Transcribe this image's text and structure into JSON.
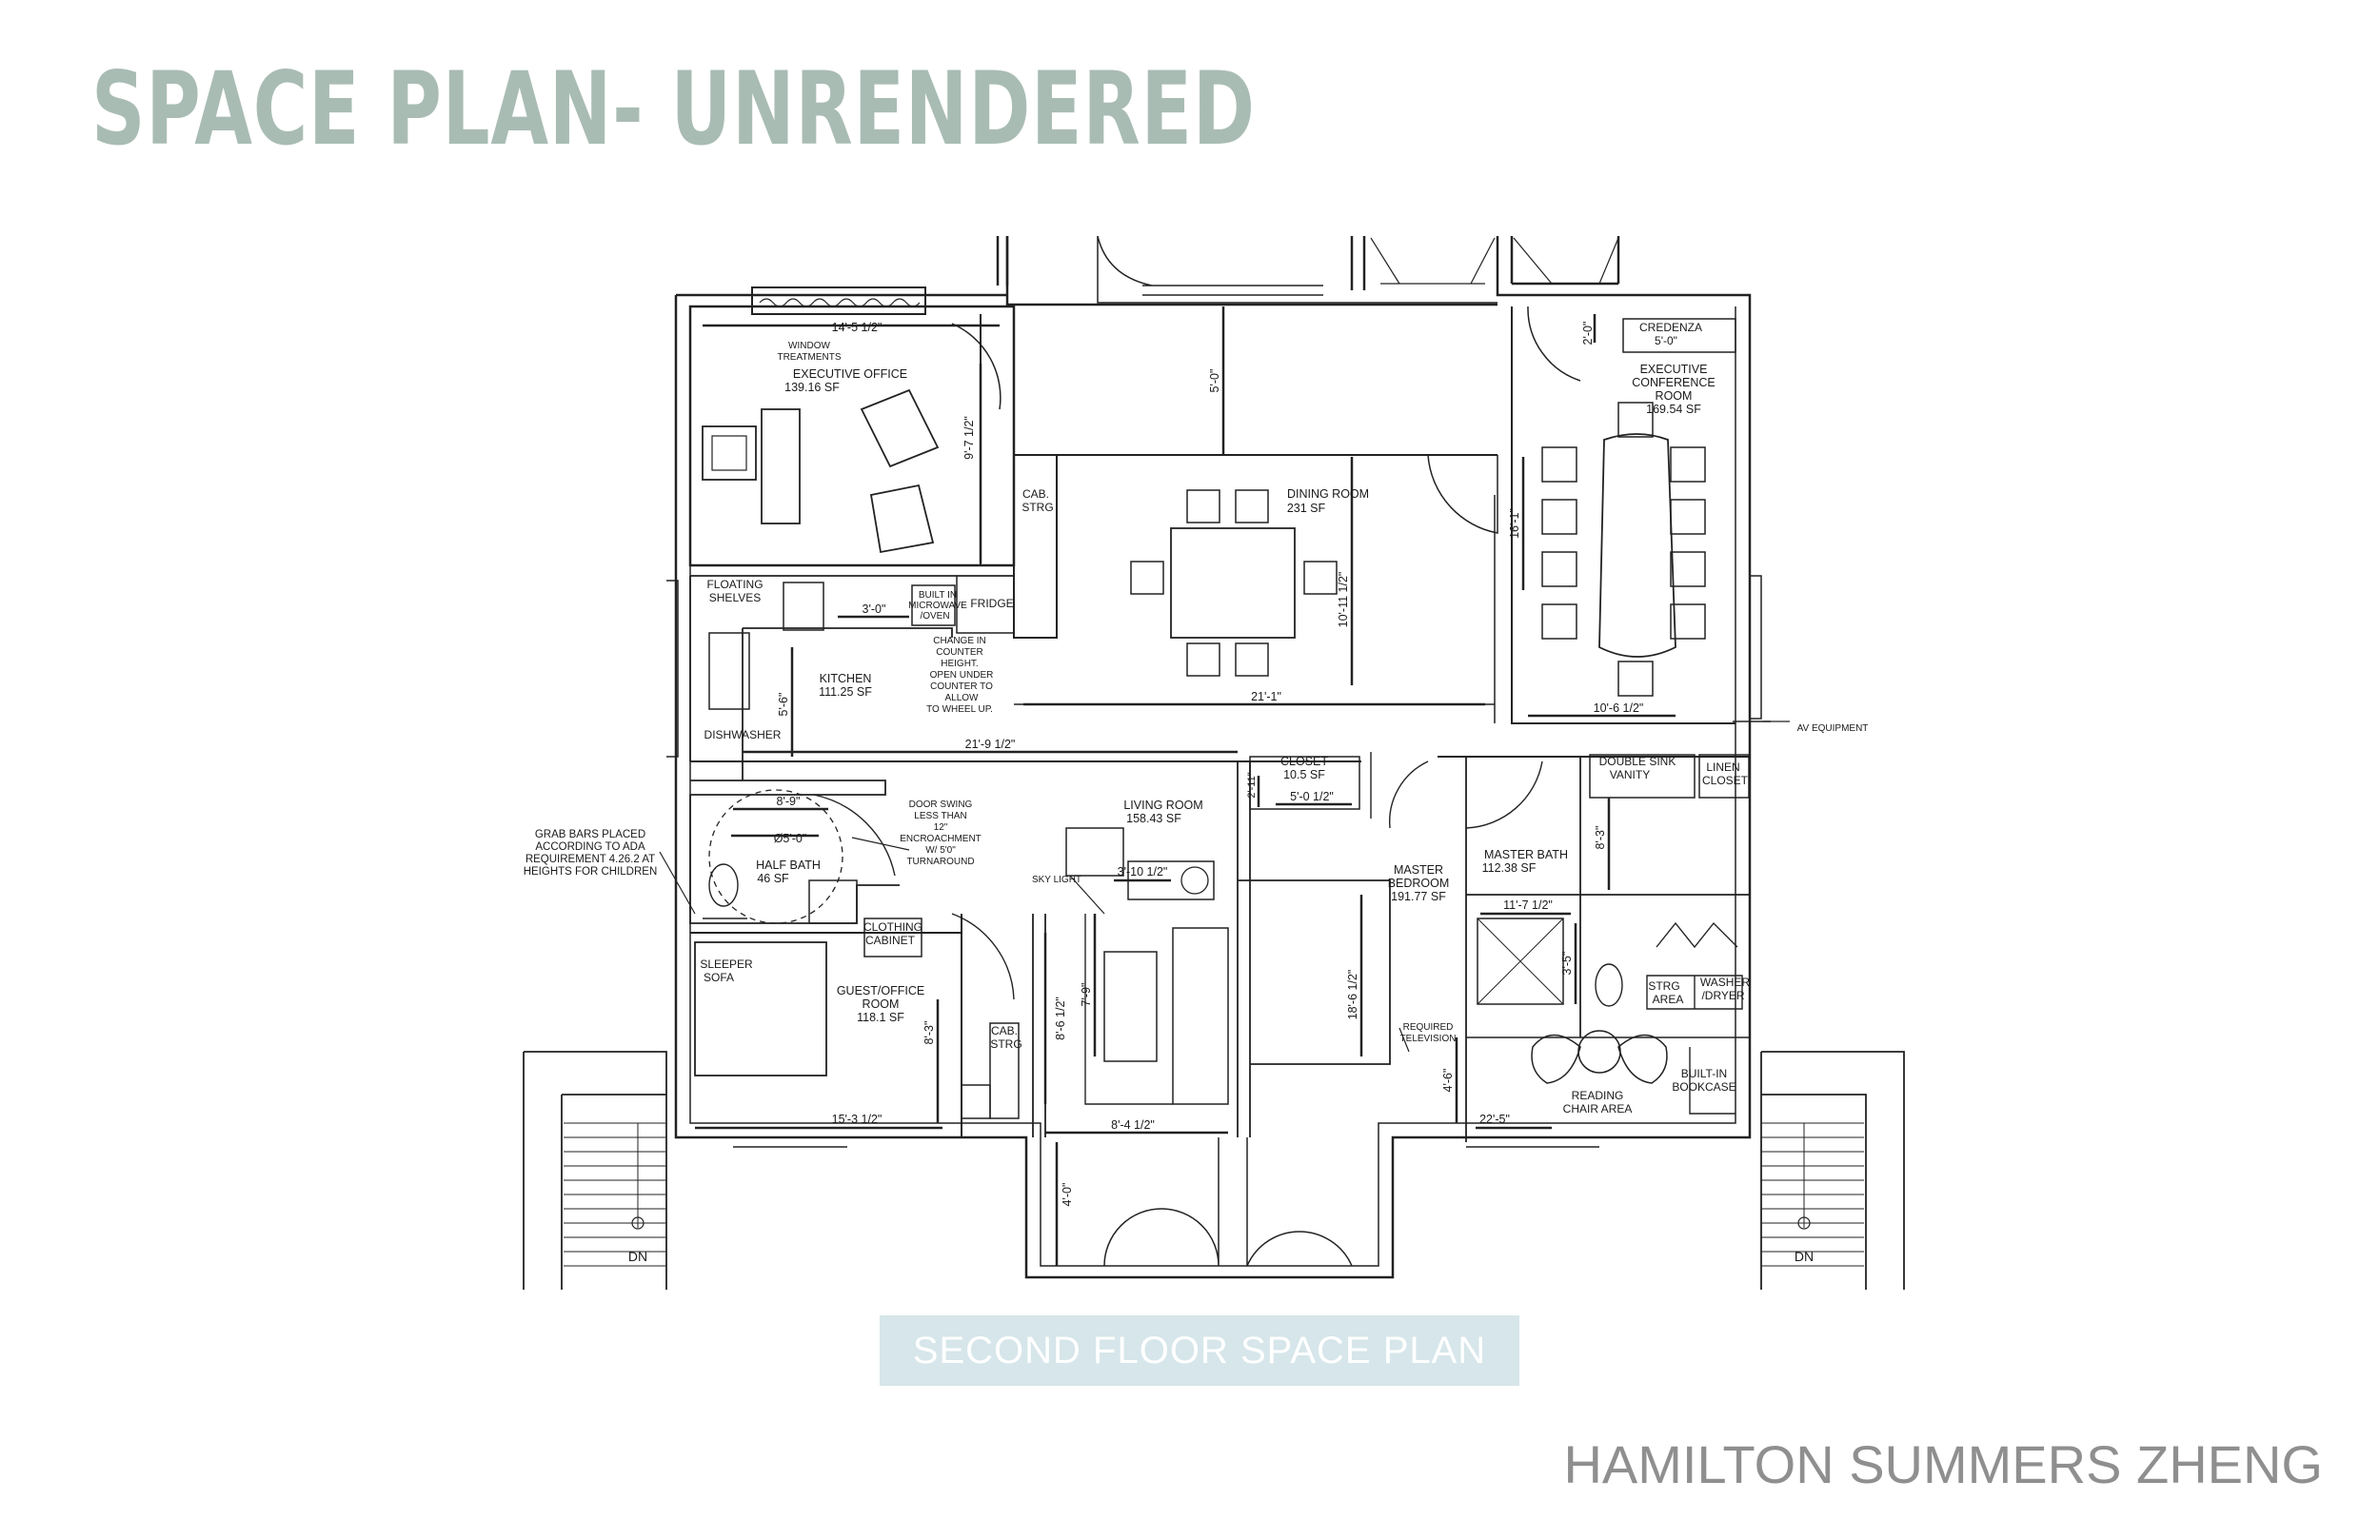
{
  "header": {
    "title": "SPACE PLAN- UNRENDERED"
  },
  "caption": "SECOND FLOOR SPACE PLAN",
  "author": "HAMILTON SUMMERS ZHENG",
  "plan": {
    "room_labels": {
      "executive_office": [
        "EXECUTIVE OFFICE",
        "139.16 SF"
      ],
      "dining_room": [
        "DINING ROOM",
        "231 SF"
      ],
      "executive_conference": [
        "EXECUTIVE",
        "CONFERENCE",
        "ROOM",
        "169.54 SF"
      ],
      "kitchen": [
        "KITCHEN",
        "111.25 SF"
      ],
      "half_bath": [
        "HALF BATH",
        "46 SF"
      ],
      "living_room": [
        "LIVING ROOM",
        "158.43 SF"
      ],
      "closet": [
        "CLOSET",
        "10.5 SF"
      ],
      "master_bedroom": [
        "MASTER",
        "BEDROOM",
        "191.77 SF"
      ],
      "master_bath": [
        "MASTER BATH",
        "112.38 SF"
      ],
      "guest_office": [
        "GUEST/OFFICE",
        "ROOM",
        "118.1 SF"
      ]
    },
    "notes": {
      "window_treatments": [
        "WINDOW",
        "TREATMENTS"
      ],
      "credenza": [
        "CREDENZA",
        "5'-0\""
      ],
      "cab_strg": [
        "CAB.",
        "STRG"
      ],
      "floating_shelves": [
        "FLOATING",
        "SHELVES"
      ],
      "built_in": [
        "BUILT IN",
        "MICROWAVE",
        "/OVEN"
      ],
      "fridge": "FRIDGE",
      "counter_note": [
        "CHANGE IN",
        "COUNTER",
        "HEIGHT.",
        "OPEN UNDER",
        "COUNTER TO",
        "ALLOW",
        "TO WHEEL UP."
      ],
      "dishwasher": "DISHWASHER",
      "av_equipment": "AV EQUIPMENT",
      "double_sink": [
        "DOUBLE SINK",
        "VANITY"
      ],
      "linen_closet": [
        "LINEN",
        "CLOSET"
      ],
      "grab_bars": [
        "GRAB BARS PLACED",
        "ACCORDING TO ADA",
        "REQUIREMENT 4.26.2 AT",
        "HEIGHTS FOR CHILDREN"
      ],
      "door_swing": [
        "DOOR SWING",
        "LESS THAN",
        "12\"",
        "ENCROACHMENT",
        "W/ 5'0\"",
        "TURNAROUND"
      ],
      "sky_light": "SKY LIGHT",
      "clothing_cabinet": [
        "CLOTHING",
        "CABINET"
      ],
      "sleeper_sofa": [
        "SLEEPER",
        "SOFA"
      ],
      "cab_strg_2": [
        "CAB.",
        "STRG"
      ],
      "required_tv": [
        "REQUIRED",
        "TELEVISION"
      ],
      "strg_area": [
        "STRG",
        "AREA"
      ],
      "washer_dryer": [
        "WASHER",
        "/DRYER"
      ],
      "built_in_bookcase": [
        "BUILT-IN",
        "BOOKCASE"
      ],
      "reading_chair": [
        "READING",
        "CHAIR AREA"
      ],
      "dn_left": "DN",
      "dn_right": "DN"
    },
    "dimensions": {
      "d_14_5": "14'-5 1/2\"",
      "d_9_7": "9'-7 1/2\"",
      "d_5_0_top": "5'-0\"",
      "d_2_0": "2'-0\"",
      "d_16_1": "16'-1\"",
      "d_10_11": "10'-11 1/2\"",
      "d_3_0": "3'-0\"",
      "d_5_6": "5'-6\"",
      "d_21_1": "21'-1\"",
      "d_10_6": "10'-6 1/2\"",
      "d_21_9": "21'-9 1/2\"",
      "d_8_9": "8'-9\"",
      "d_5_0_circle": "Ø5'-0\"",
      "d_2_11": "2'-11\"",
      "d_5_0_closet": "5'-0 1/2\"",
      "d_8_3_bath": "8'-3\"",
      "d_3_10": "3'-10 1/2\"",
      "d_11_7": "11'-7 1/2\"",
      "d_7_9": "7'-9\"",
      "d_3_5": "3'-5\"",
      "d_8_6": "8'-6 1/2\"",
      "d_18_6": "18'-6 1/2\"",
      "d_8_3_guest": "8'-3\"",
      "d_4_6": "4'-6\"",
      "d_15_3": "15'-3 1/2\"",
      "d_8_4": "8'-4 1/2\"",
      "d_22_5": "22'-5\"",
      "d_4_0": "4'-0\""
    }
  }
}
